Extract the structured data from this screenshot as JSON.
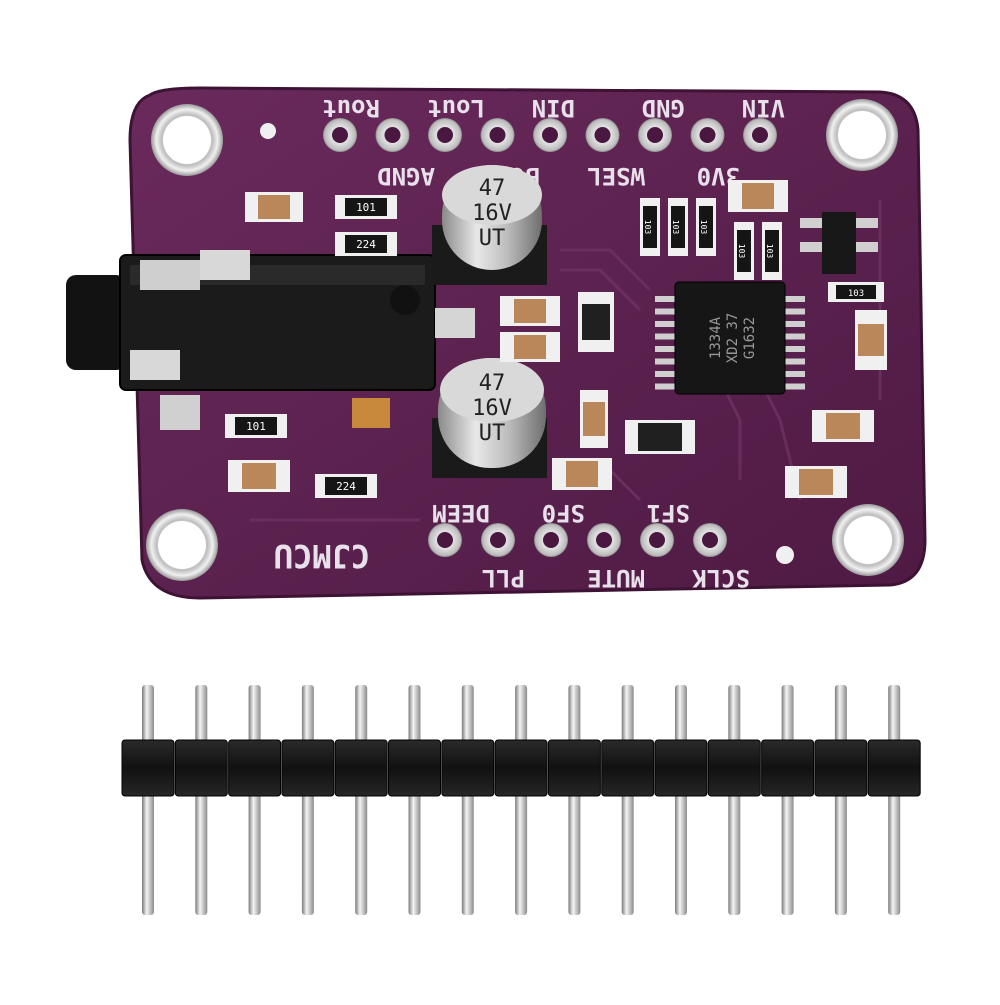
{
  "board": {
    "brand": "CJMCU",
    "top_pins": [
      "Rout",
      "Lout",
      "DIN",
      "GND",
      "VIN"
    ],
    "top_pins_inner": [
      "AGND",
      "BCK",
      "WSEL",
      "3V0"
    ],
    "bottom_pins_inner": [
      "DEEM",
      "SF0",
      "SF1"
    ],
    "bottom_pins": [
      "PLL",
      "MUTE",
      "SCLK"
    ],
    "capacitor_top": {
      "line1": "47",
      "line2": "16V",
      "line3": "UT"
    },
    "capacitor_bottom": {
      "line1": "47",
      "line2": "16V",
      "line3": "UT"
    },
    "resistor_101_a": "101",
    "resistor_224_a": "224",
    "resistor_101_b": "101",
    "resistor_224_b": "224",
    "resistor_103_a": "103",
    "resistor_103_b": "103",
    "resistor_103_c": "103",
    "resistor_103_d": "103",
    "resistor_103_e": "103",
    "resistor_103_f": "103",
    "ic_label": {
      "line1": "1334A",
      "line2": "XD2 37",
      "line3": "G1632"
    },
    "colors": {
      "pcb": "#5b1f4e",
      "silkscreen": "#e8e0ea",
      "pad": "#d9d9d9",
      "header_plastic": "#1a1a1a",
      "pin_metal": "#c8c8c8"
    }
  },
  "header": {
    "pin_count": 15
  }
}
